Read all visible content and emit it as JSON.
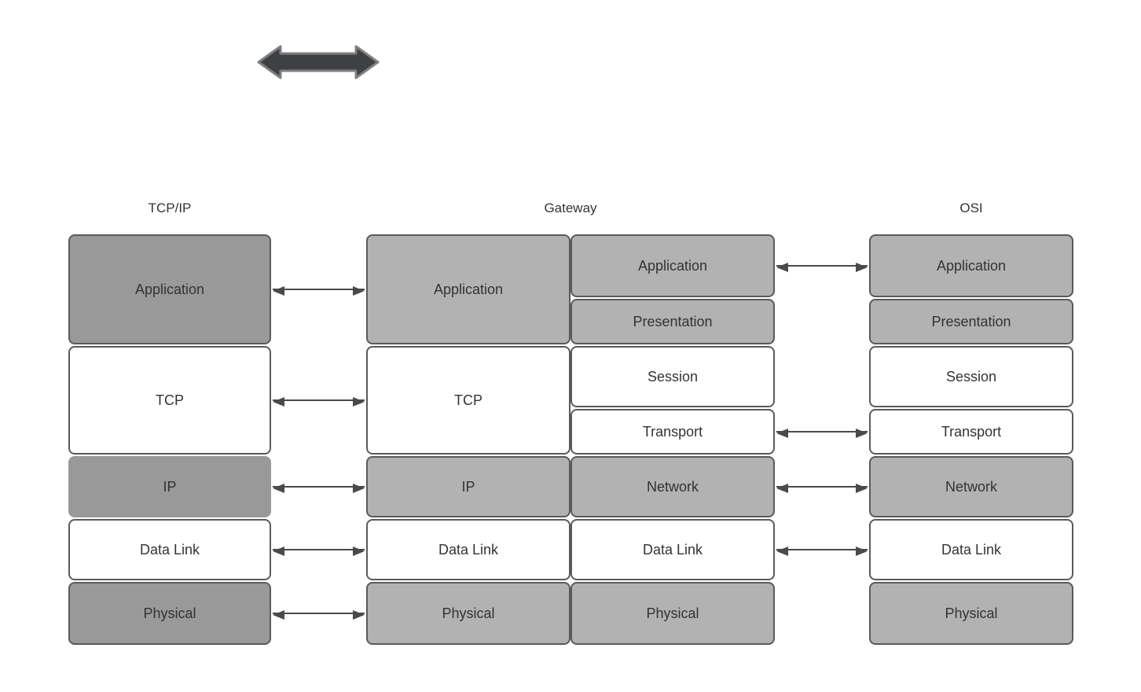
{
  "diagram": {
    "title_icons": {
      "top_arrow": "double-headed-arrow"
    },
    "headers": {
      "tcpip": "TCP/IP",
      "gateway": "Gateway",
      "osi": "OSI"
    },
    "stacks": {
      "tcpip": {
        "layers": [
          {
            "label": "Application",
            "fill": "#999999"
          },
          {
            "label": "TCP",
            "fill": "#ffffff"
          },
          {
            "label": "IP",
            "fill": "#999999"
          },
          {
            "label": "Data Link",
            "fill": "#ffffff"
          },
          {
            "label": "Physical",
            "fill": "#999999"
          }
        ]
      },
      "gateway_left": {
        "layers": [
          {
            "label": "Application",
            "fill": "#b2b2b2"
          },
          {
            "label": "TCP",
            "fill": "#ffffff"
          },
          {
            "label": "IP",
            "fill": "#b2b2b2"
          },
          {
            "label": "Data Link",
            "fill": "#ffffff"
          },
          {
            "label": "Physical",
            "fill": "#b2b2b2"
          }
        ]
      },
      "gateway_right": {
        "layers": [
          {
            "label": "Application",
            "fill": "#b2b2b2"
          },
          {
            "label": "Presentation",
            "fill": "#b2b2b2"
          },
          {
            "label": "Session",
            "fill": "#ffffff"
          },
          {
            "label": "Transport",
            "fill": "#ffffff"
          },
          {
            "label": "Network",
            "fill": "#b2b2b2"
          },
          {
            "label": "Data Link",
            "fill": "#ffffff"
          },
          {
            "label": "Physical",
            "fill": "#b2b2b2"
          }
        ]
      },
      "osi": {
        "layers": [
          {
            "label": "Application",
            "fill": "#b2b2b2"
          },
          {
            "label": "Presentation",
            "fill": "#b2b2b2"
          },
          {
            "label": "Session",
            "fill": "#ffffff"
          },
          {
            "label": "Transport",
            "fill": "#ffffff"
          },
          {
            "label": "Network",
            "fill": "#b2b2b2"
          },
          {
            "label": "Data Link",
            "fill": "#ffffff"
          },
          {
            "label": "Physical",
            "fill": "#b2b2b2"
          }
        ]
      }
    },
    "connections": {
      "tcpip_to_gateway": [
        "Application",
        "TCP",
        "IP",
        "Data Link",
        "Physical"
      ],
      "gateway_to_osi": [
        "Application",
        "Transport",
        "Network",
        "Data Link"
      ]
    },
    "colors": {
      "dark_gray_fill": "#999999",
      "light_gray_fill": "#b2b2b2",
      "white_fill": "#ffffff",
      "box_border": "#5a5a5a",
      "connector": "#4a4a4a",
      "thick_arrow_fill": "#3e4043",
      "thick_arrow_stroke": "#7f7f7f",
      "text": "#333333"
    }
  }
}
